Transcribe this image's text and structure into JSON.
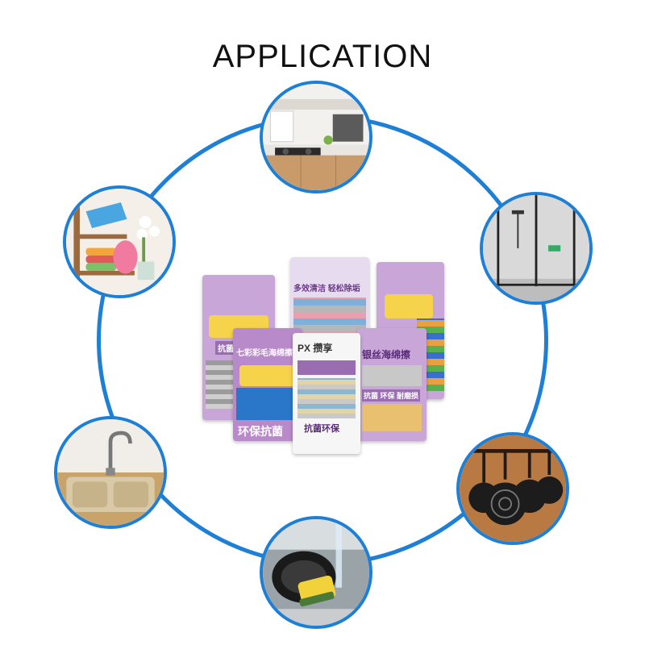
{
  "title": "APPLICATION",
  "colors": {
    "ring": "#1e7fd6",
    "package_purple": "#c9a6d8",
    "package_dark": "#9a6db3"
  },
  "products": {
    "pkg_left_label": "抗菌海绵擦",
    "pkg_mid_back_line1": "多效清洁 轻松除垢",
    "pkg_front_left_title": "七彩彩毛海绵擦",
    "pkg_front_left_bottom": "环保抗菌",
    "pkg_center_brand": "PX 攒享",
    "pkg_center_line": "抗菌环保",
    "pkg_right_title": "银丝海绵擦",
    "pkg_right_line": "抗菌 环保 耐磨损"
  },
  "scenes": [
    {
      "name": "kitchen-countertop",
      "icon": "kitchen-scene-icon"
    },
    {
      "name": "shower-room",
      "icon": "shower-scene-icon"
    },
    {
      "name": "cookware-rack",
      "icon": "pans-scene-icon"
    },
    {
      "name": "dishwashing",
      "icon": "dishwashing-scene-icon"
    },
    {
      "name": "kitchen-sink",
      "icon": "sink-scene-icon"
    },
    {
      "name": "dish-shelf",
      "icon": "dishes-scene-icon"
    }
  ]
}
